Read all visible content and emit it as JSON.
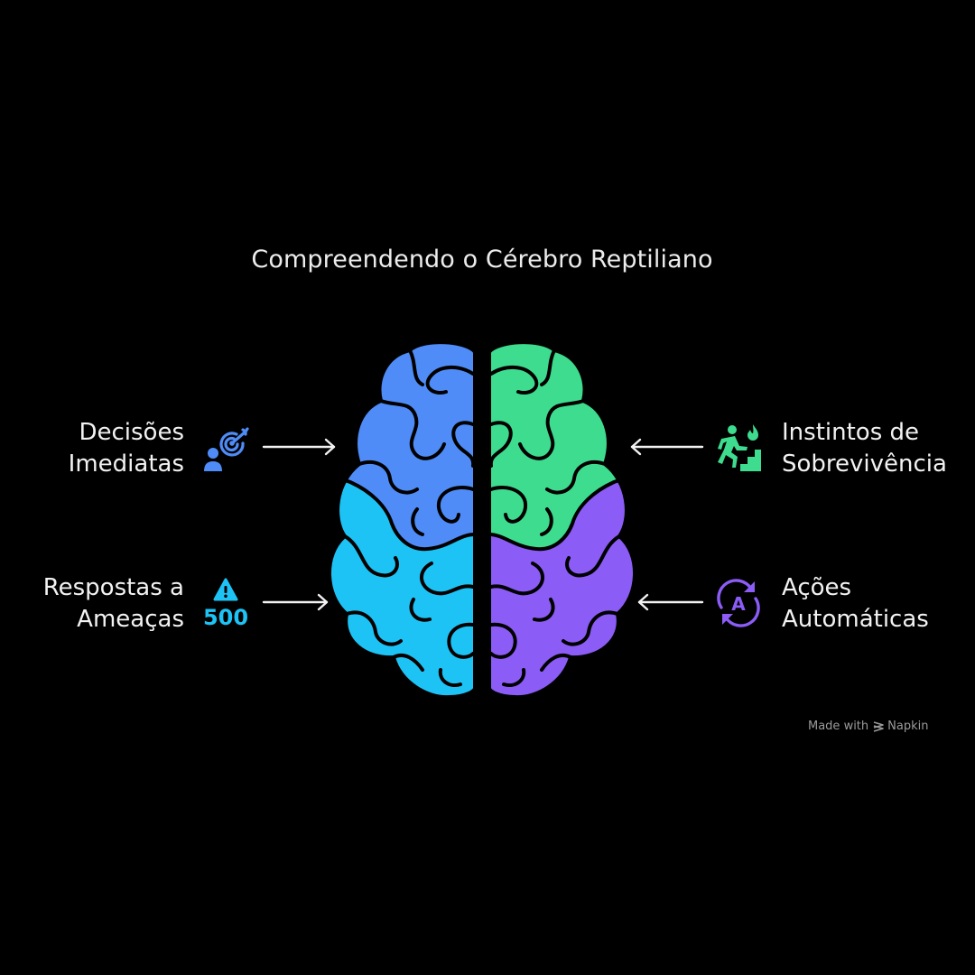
{
  "title": "Compreendendo o Cérebro Reptiliano",
  "items": [
    {
      "line1": "Decisões",
      "line2": "Imediatas",
      "icon": "target-person-icon",
      "color": "#4f8cf7"
    },
    {
      "line1": "Respostas a",
      "line2": "Ameaças",
      "icon": "warning-500-icon",
      "icon_text": "500",
      "color": "#1ec3f5"
    },
    {
      "line1": "Instintos de",
      "line2": "Sobrevivência",
      "icon": "escape-stairs-fire-icon",
      "color": "#3ddc8e"
    },
    {
      "line1": "Ações",
      "line2": "Automáticas",
      "icon": "automatic-cycle-icon",
      "icon_text": "A",
      "color": "#8b5cf6"
    }
  ],
  "brain_colors": {
    "top_left": "#4f8cf7",
    "bottom_left": "#1ec3f5",
    "top_right": "#3ddc8e",
    "bottom_right": "#8b5cf6"
  },
  "footer": {
    "made_with": "Made with",
    "brand": "Napkin"
  }
}
